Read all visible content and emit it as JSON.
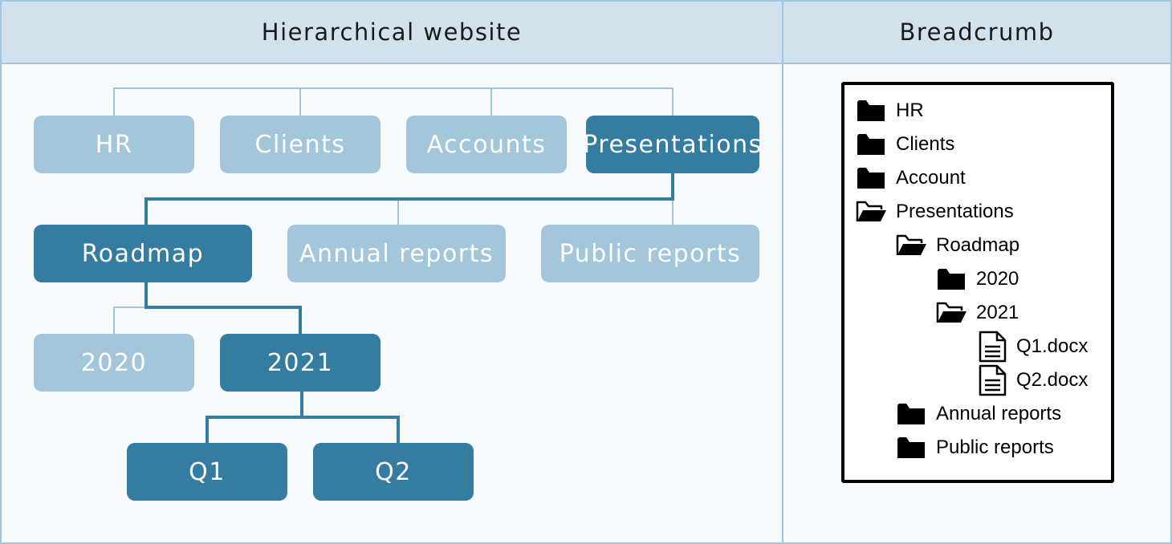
{
  "left_panel": {
    "title": "Hierarchical website",
    "level1": [
      "HR",
      "Clients",
      "Accounts",
      "Presentations"
    ],
    "level2": [
      "Roadmap",
      "Annual reports",
      "Public reports"
    ],
    "level3": [
      "2020",
      "2021"
    ],
    "level4": [
      "Q1",
      "Q2"
    ],
    "active_path": [
      "Presentations",
      "Roadmap",
      "2021",
      "Q1",
      "Q2"
    ]
  },
  "right_panel": {
    "title": "Breadcrumb",
    "items": [
      {
        "label": "HR",
        "icon": "folder-icon"
      },
      {
        "label": "Clients",
        "icon": "folder-icon"
      },
      {
        "label": "Account",
        "icon": "folder-icon"
      },
      {
        "label": "Presentations",
        "icon": "folder-open-icon"
      },
      {
        "label": "Roadmap",
        "icon": "folder-open-icon"
      },
      {
        "label": "2020",
        "icon": "folder-icon"
      },
      {
        "label": "2021",
        "icon": "folder-open-icon"
      },
      {
        "label": "Q1.docx",
        "icon": "document-icon"
      },
      {
        "label": "Q2.docx",
        "icon": "document-icon"
      },
      {
        "label": "Annual reports",
        "icon": "folder-icon"
      },
      {
        "label": "Public reports",
        "icon": "folder-icon"
      }
    ]
  },
  "colors": {
    "header_bg": "#d1e2ec",
    "border": "#a4c6dd",
    "node_inactive": "#a3c6da",
    "node_active": "#347ca0",
    "background": "#f7fbfe"
  }
}
